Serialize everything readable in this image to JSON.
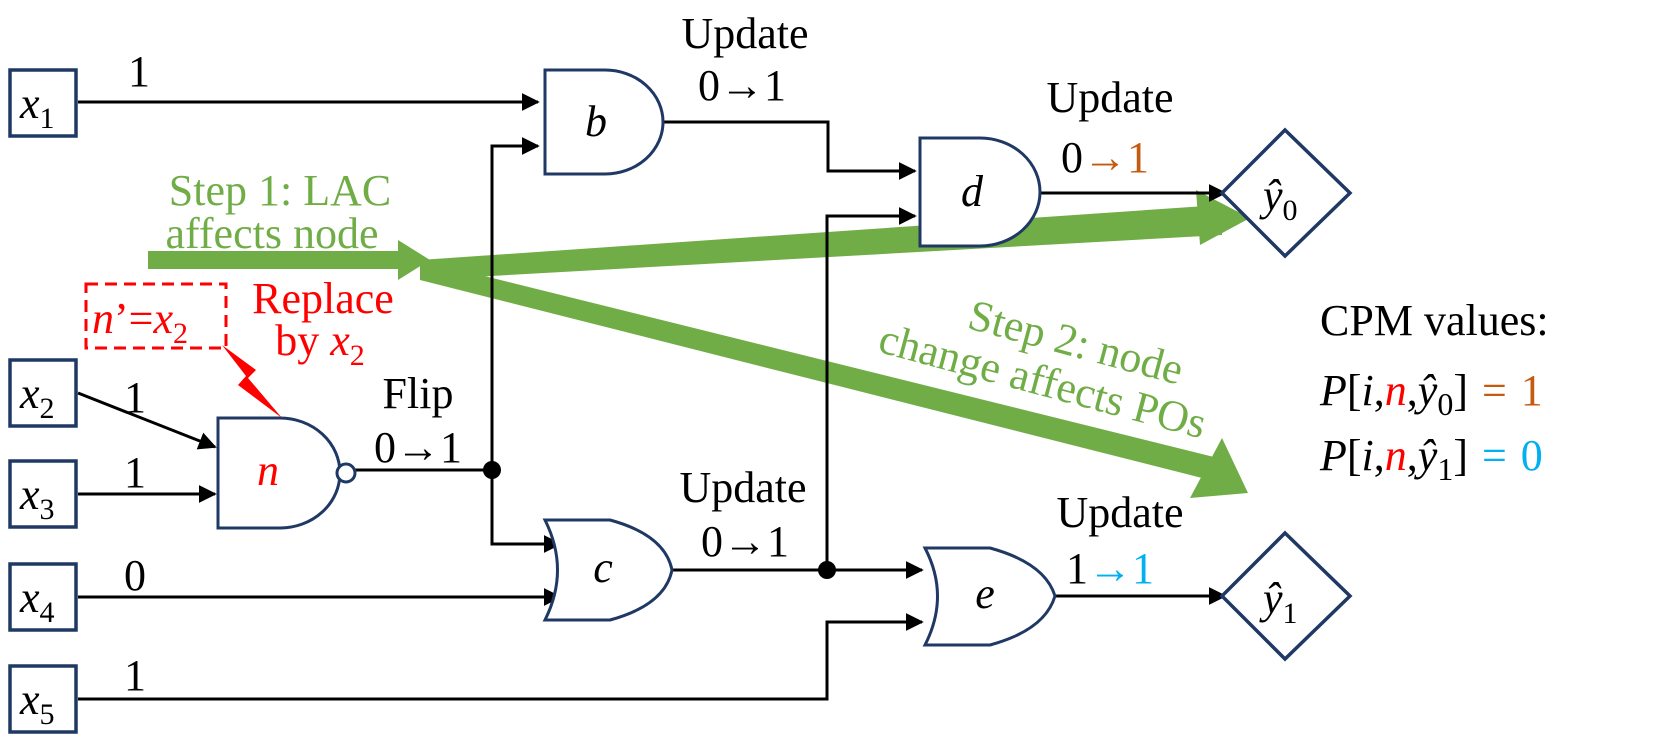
{
  "inputs": [
    {
      "sym": "x",
      "sub": "1",
      "value": "1"
    },
    {
      "sym": "x",
      "sub": "2",
      "value": "1"
    },
    {
      "sym": "x",
      "sub": "3",
      "value": "1"
    },
    {
      "sym": "x",
      "sub": "4",
      "value": "0"
    },
    {
      "sym": "x",
      "sub": "5",
      "value": "1"
    }
  ],
  "outputs": [
    {
      "sym": "ŷ",
      "sub": "0"
    },
    {
      "sym": "ŷ",
      "sub": "1"
    }
  ],
  "gates": {
    "b": "b",
    "c": "c",
    "d": "d",
    "e": "e",
    "n": "n"
  },
  "labels": {
    "update_b": {
      "title": "Update",
      "from": "0",
      "arrow": "→",
      "to": "1"
    },
    "update_d": {
      "title": "Update",
      "from": "0",
      "arrow": "→",
      "to": "1"
    },
    "update_c": {
      "title": "Update",
      "from": "0",
      "arrow": "→",
      "to": "1"
    },
    "update_e": {
      "title": "Update",
      "from": "1",
      "arrow": "→",
      "to": "1"
    },
    "flip": {
      "title": "Flip",
      "from": "0",
      "arrow": "→",
      "to": "1"
    }
  },
  "replace": {
    "line1": "Replace",
    "line2_prefix": "by ",
    "var": "x",
    "sub": "2",
    "box_lhs": "n",
    "box_prime": "’",
    "box_eq": "=",
    "box_rhs": "x",
    "box_sub": "2"
  },
  "steps": {
    "step1_line1": "Step 1: LAC",
    "step1_line2": "affects node",
    "step2_line1": "Step 2: node",
    "step2_line2": "change affects POs"
  },
  "cpm": {
    "title": "CPM values:",
    "rows": [
      {
        "p": "P",
        "open": "[",
        "i": "i",
        "comma1": ",",
        "n": "n",
        "comma2": ",",
        "y": "ŷ",
        "sub": "0",
        "close": "]",
        "eq": "=",
        "val": "1"
      },
      {
        "p": "P",
        "open": "[",
        "i": "i",
        "comma1": ",",
        "n": "n",
        "comma2": ",",
        "y": "ŷ",
        "sub": "1",
        "close": "]",
        "eq": "=",
        "val": "0"
      }
    ]
  },
  "colors": {
    "wire": "#000000",
    "gate_outline": "#1f3864",
    "green": "#70ad47",
    "red": "#ff0000",
    "orange": "#c55a11",
    "cyan": "#00b0f0"
  }
}
